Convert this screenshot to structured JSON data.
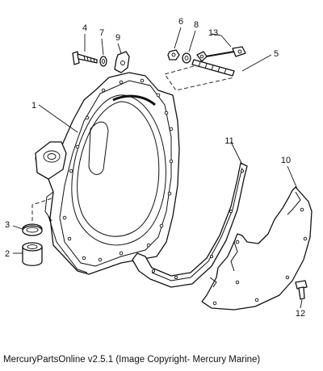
{
  "diagram": {
    "callouts": [
      "1",
      "2",
      "3",
      "4",
      "5",
      "6",
      "7",
      "8",
      "9",
      "10",
      "11",
      "12",
      "13"
    ]
  },
  "footer": {
    "caption": "MercuryPartsOnline v2.5.1 (Image Copyright- Mercury Marine)"
  },
  "colors": {
    "line": "#111111",
    "background": "#ffffff"
  }
}
